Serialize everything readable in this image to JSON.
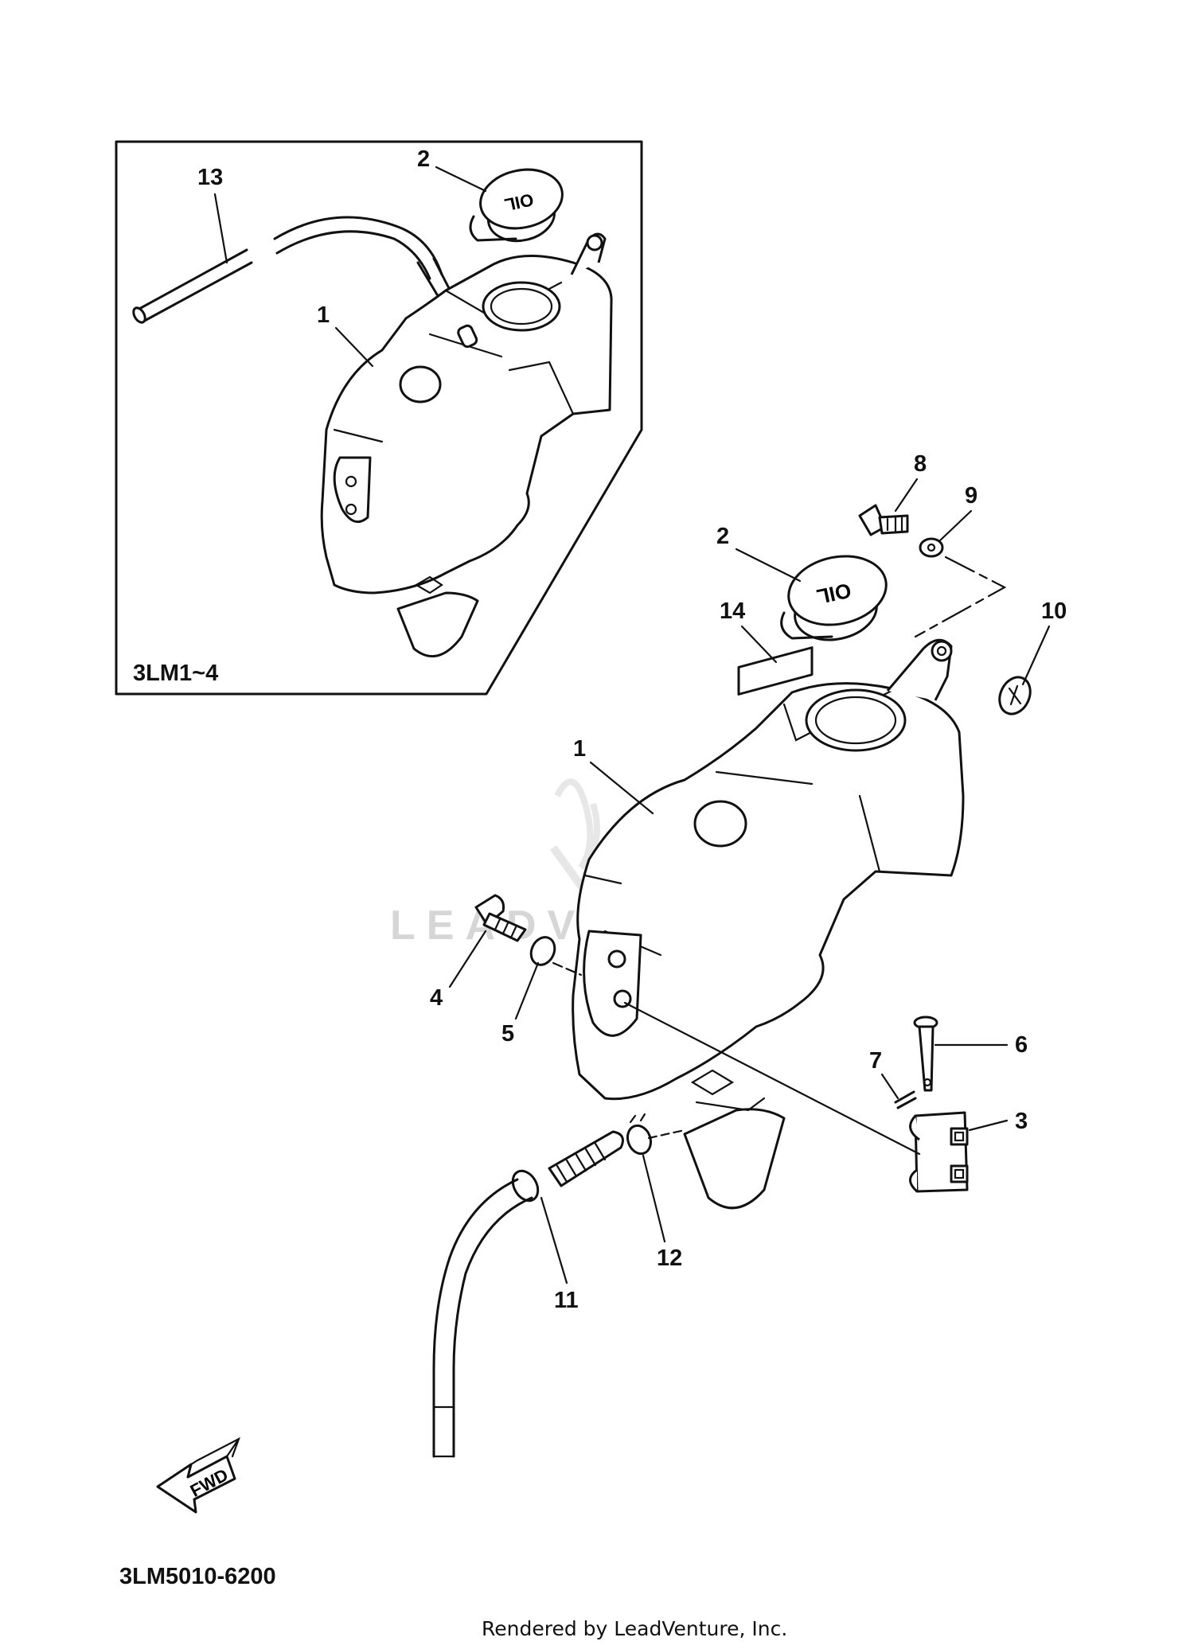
{
  "callouts": {
    "inset_13": "13",
    "inset_2": "2",
    "inset_1": "1",
    "main_8": "8",
    "main_9": "9",
    "main_2": "2",
    "main_14": "14",
    "main_10": "10",
    "main_1": "1",
    "main_4": "4",
    "main_5": "5",
    "main_6": "6",
    "main_7": "7",
    "main_3": "3",
    "main_12": "12",
    "main_11": "11"
  },
  "inset_model": "3LM1~4",
  "diagram_code": "3LM5010-6200",
  "fwd_label": "FWD",
  "cap_text": "OIL",
  "watermark": "LEADVENTURE",
  "footer": "Rendered by LeadVenture, Inc."
}
